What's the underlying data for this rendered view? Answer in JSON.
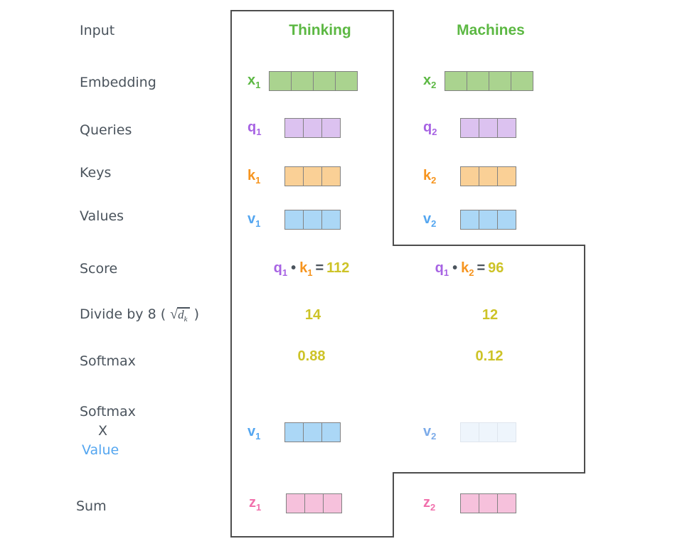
{
  "colors": {
    "label_text": "#4a535c",
    "outline": "#4d4d4d",
    "header_green": "#5cb843",
    "yellow_value": "#cdc327",
    "cell_border": "#828282",
    "green_label": "#5cb843",
    "green_fill": "#aad38f",
    "purple_label": "#a763e3",
    "purple_fill": "#dcc2f0",
    "orange_label": "#f6941e",
    "orange_fill": "#fad096",
    "blue_label": "#54a6f0",
    "blue_fill": "#abd7f6",
    "faded_blue_label": "#7cabe9",
    "faded_blue_fill": "#eef5fc",
    "faded_cell_border": "#dfe6ee",
    "pink_label": "#f170ac",
    "pink_fill": "#f6c1dc"
  },
  "headers": {
    "col1": "Thinking",
    "col2": "Machines"
  },
  "row_labels": {
    "input": "Input",
    "embedding": "Embedding",
    "queries": "Queries",
    "keys": "Keys",
    "values": "Values",
    "score": "Score",
    "divide": {
      "prefix": "Divide by 8 (",
      "sqrt": "√",
      "radicand": "d",
      "radicand_sub": "k",
      "suffix": ")"
    },
    "softmax": "Softmax",
    "softmax_x_value": {
      "line1": "Softmax",
      "line2": "X",
      "line3": "Value"
    },
    "sum": "Sum"
  },
  "vectors": {
    "x1": {
      "base": "x",
      "sub": "1",
      "cells": 4
    },
    "x2": {
      "base": "x",
      "sub": "2",
      "cells": 4
    },
    "q1": {
      "base": "q",
      "sub": "1",
      "cells": 3
    },
    "q2": {
      "base": "q",
      "sub": "2",
      "cells": 3
    },
    "k1": {
      "base": "k",
      "sub": "1",
      "cells": 3
    },
    "k2": {
      "base": "k",
      "sub": "2",
      "cells": 3
    },
    "v1": {
      "base": "v",
      "sub": "1",
      "cells": 3
    },
    "v2": {
      "base": "v",
      "sub": "2",
      "cells": 3
    },
    "v1_weighted": {
      "base": "v",
      "sub": "1",
      "cells": 3
    },
    "v2_weighted": {
      "base": "v",
      "sub": "2",
      "cells": 3
    },
    "z1": {
      "base": "z",
      "sub": "1",
      "cells": 3
    },
    "z2": {
      "base": "z",
      "sub": "2",
      "cells": 3
    }
  },
  "score_row": {
    "col1": {
      "lhs_base": "q",
      "lhs_sub": "1",
      "dot": "•",
      "rhs_base": "k",
      "rhs_sub": "1",
      "equals": "=",
      "result": "112"
    },
    "col2": {
      "lhs_base": "q",
      "lhs_sub": "1",
      "dot": "•",
      "rhs_base": "k",
      "rhs_sub": "2",
      "equals": "=",
      "result": "96"
    }
  },
  "divide_row": {
    "col1": "14",
    "col2": "12"
  },
  "softmax_row": {
    "col1": "0.88",
    "col2": "0.12"
  }
}
